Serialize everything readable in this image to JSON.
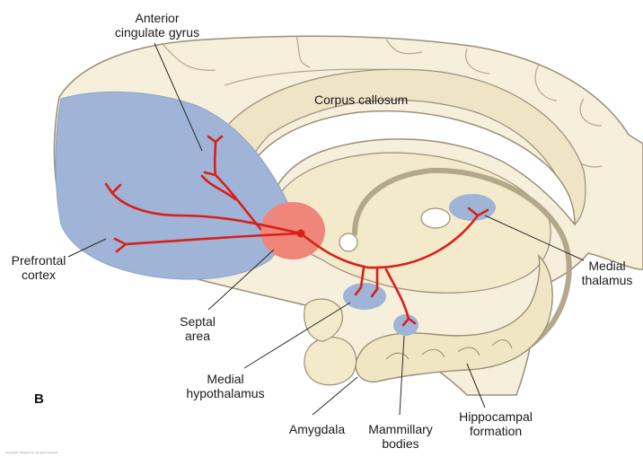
{
  "panel_letter": "B",
  "labels": {
    "anterior_cingulate": [
      "Anterior",
      "cingulate gyrus"
    ],
    "corpus_callosum": [
      "Corpus callosum"
    ],
    "prefrontal_cortex": [
      "Prefrontal",
      "cortex"
    ],
    "septal_area": [
      "Septal",
      "area"
    ],
    "medial_hypothalamus": [
      "Medial",
      "hypothalamus"
    ],
    "amygdala": [
      "Amygdala"
    ],
    "mammillary_bodies": [
      "Mammillary",
      "bodies"
    ],
    "hippocampal_formation": [
      "Hippocampal",
      "formation"
    ],
    "medial_thalamus": [
      "Medial",
      "thalamus"
    ]
  },
  "colors": {
    "region_fill": "#9fb4d6",
    "septal_fill": "#f0857a",
    "pathway": "#d8201a",
    "tissue": "#f6efdc",
    "outline": "#9b8f78"
  },
  "copyright": "Copyright © Elsevier Inc. All rights reserved."
}
